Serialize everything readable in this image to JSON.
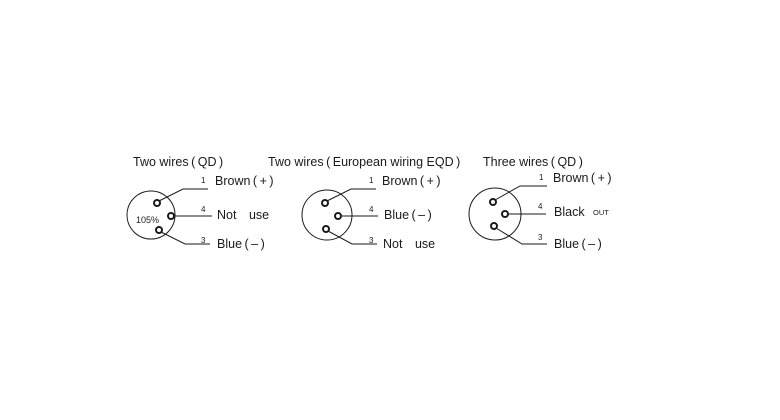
{
  "diagrams": [
    {
      "title": "Two wires ( QD )",
      "inner_label": "105%",
      "pins": [
        {
          "num": "1",
          "label": "Brown ( + )"
        },
        {
          "num": "4",
          "label": "Not use"
        },
        {
          "num": "3",
          "label": "Blue ( – )"
        }
      ]
    },
    {
      "title": "Two wires ( European wiring EQD )",
      "pins": [
        {
          "num": "1",
          "label": "Brown ( + )"
        },
        {
          "num": "4",
          "label": "Blue ( – )"
        },
        {
          "num": "3",
          "label": "Not use"
        }
      ]
    },
    {
      "title": "Three wires ( QD )",
      "pins": [
        {
          "num": "1",
          "label": "Brown ( + )"
        },
        {
          "num": "4",
          "label": "Black",
          "suffix": "OUT"
        },
        {
          "num": "3",
          "label": "Blue ( – )"
        }
      ]
    }
  ],
  "colors": {
    "line": "#1a1a1a",
    "background": "#ffffff"
  }
}
